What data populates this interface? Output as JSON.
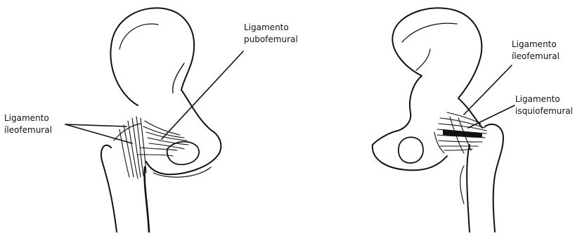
{
  "colors": {
    "ink": "#111111",
    "background": "#ffffff"
  },
  "left_figure": {
    "labels": {
      "pubofemoral": {
        "line1": "Ligamento",
        "line2": "pubofemural"
      },
      "iliofemoral": {
        "line1": "Ligamento",
        "line2": "íleofemural"
      }
    }
  },
  "right_figure": {
    "labels": {
      "iliofemoral": {
        "line1": "Ligamento",
        "line2": "íleofemural"
      },
      "ischiofemoral": {
        "line1": "Ligamento",
        "line2": "isquiofemural"
      }
    }
  }
}
